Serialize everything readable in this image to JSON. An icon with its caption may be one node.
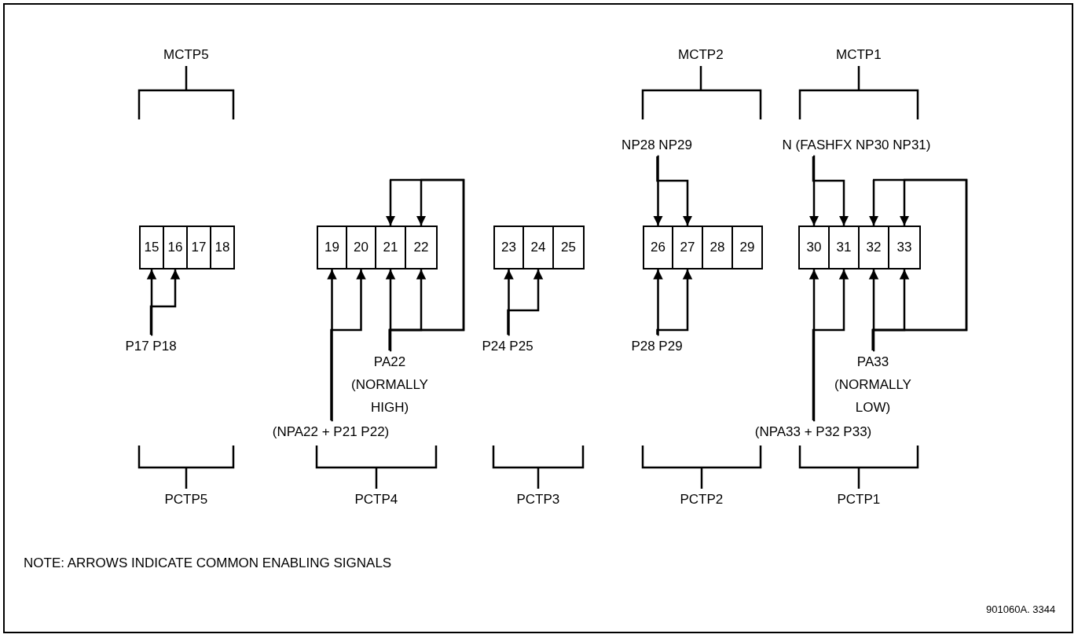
{
  "diagram": {
    "nodes": [
      {
        "text": [
          "15"
        ]
      },
      {
        "text": [
          "16"
        ]
      },
      {
        "text": [
          "17"
        ]
      },
      {
        "text": [
          "18"
        ]
      },
      {
        "text": [
          "19"
        ]
      },
      {
        "text": [
          "20"
        ]
      },
      {
        "text": [
          "21"
        ]
      },
      {
        "text": [
          "22"
        ]
      },
      {
        "text": [
          "23"
        ]
      },
      {
        "text": [
          "24"
        ]
      },
      {
        "text": [
          "25"
        ]
      },
      {
        "text": [
          "26"
        ]
      },
      {
        "text": [
          "27"
        ]
      },
      {
        "text": [
          "28"
        ]
      },
      {
        "text": [
          "29"
        ]
      },
      {
        "text": [
          "30"
        ]
      },
      {
        "text": [
          "31"
        ]
      },
      {
        "text": [
          "32"
        ]
      },
      {
        "text": [
          "33"
        ]
      },
      {
        "text": [
          "P17 P18"
        ]
      },
      {
        "text": [
          "PA22 (NORMALLY HIGH)"
        ]
      },
      {
        "text": [
          "(NPA22 + P21 P22)"
        ]
      },
      {
        "text": [
          "P24 P25"
        ]
      },
      {
        "text": [
          "NP28 NP29"
        ]
      },
      {
        "text": [
          "P28 P29"
        ]
      },
      {
        "text": [
          "N (FASHFX NP30 NP31)"
        ]
      },
      {
        "text": [
          "PA33 (NORMALLY LOW)"
        ]
      },
      {
        "text": [
          "(NPA33 + P32 P33)"
        ]
      }
    ],
    "edges": [
      {
        "from": 19,
        "to": 0,
        "arrow": "to"
      },
      {
        "from": 19,
        "to": 1,
        "arrow": "to"
      },
      {
        "from": 21,
        "to": 4,
        "arrow": "to"
      },
      {
        "from": 21,
        "to": 5,
        "arrow": "to"
      },
      {
        "from": 20,
        "to": 6,
        "arrow": "to"
      },
      {
        "from": 20,
        "to": 7,
        "arrow": "to"
      },
      {
        "from": 20,
        "to": 6,
        "arrow": "to"
      },
      {
        "from": 20,
        "to": 7,
        "arrow": "to"
      },
      {
        "from": 22,
        "to": 8,
        "arrow": "to"
      },
      {
        "from": 22,
        "to": 9,
        "arrow": "to"
      },
      {
        "from": 23,
        "to": 11,
        "arrow": "to"
      },
      {
        "from": 23,
        "to": 12,
        "arrow": "to"
      },
      {
        "from": 24,
        "to": 11,
        "arrow": "to"
      },
      {
        "from": 24,
        "to": 12,
        "arrow": "to"
      },
      {
        "from": 25,
        "to": 15,
        "arrow": "to"
      },
      {
        "from": 25,
        "to": 16,
        "arrow": "to"
      },
      {
        "from": 27,
        "to": 15,
        "arrow": "to"
      },
      {
        "from": 27,
        "to": 16,
        "arrow": "to"
      },
      {
        "from": 26,
        "to": 17,
        "arrow": "to"
      },
      {
        "from": 26,
        "to": 18,
        "arrow": "to"
      },
      {
        "from": 26,
        "to": 17,
        "arrow": "to"
      },
      {
        "from": 26,
        "to": 18,
        "arrow": "to"
      }
    ],
    "labels": [
      "MCTP5",
      "MCTP2",
      "MCTP1",
      "PCTP5",
      "PCTP4",
      "PCTP3",
      "PCTP2",
      "PCTP1",
      "NOTE: ARROWS INDICATE COMMON ENABLING SIGNALS",
      "901060A. 3344"
    ]
  }
}
